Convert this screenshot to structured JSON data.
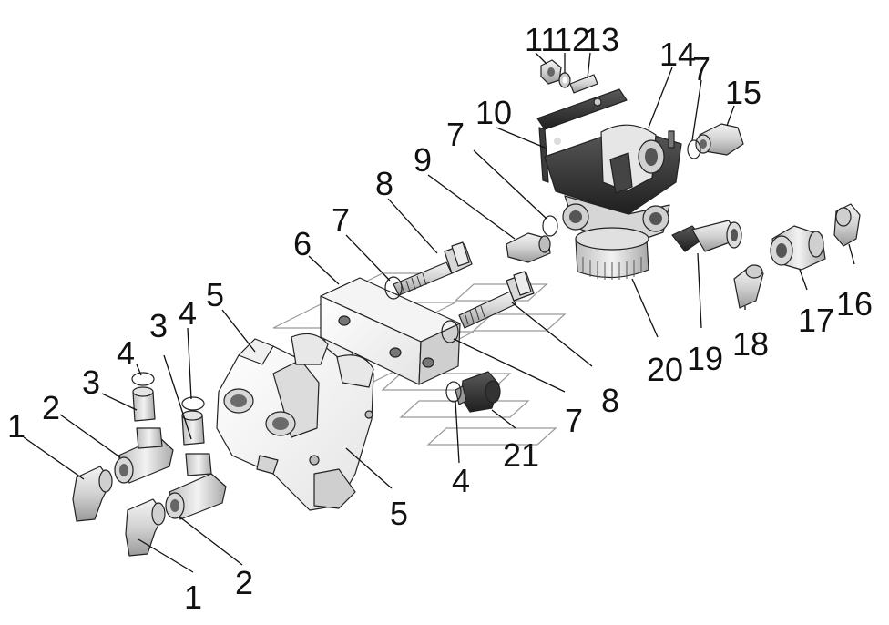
{
  "diagram": {
    "type": "exploded-parts-view",
    "colors": {
      "line": "#111111",
      "metal_light": "#e6e6e6",
      "metal_mid": "#c4c4c4",
      "metal_dark": "#8a8a8a",
      "body_dark": "#333333",
      "background": "#ffffff"
    },
    "callouts": [
      {
        "id": "c1a",
        "label": "1"
      },
      {
        "id": "c1b",
        "label": "1"
      },
      {
        "id": "c2a",
        "label": "2"
      },
      {
        "id": "c2b",
        "label": "2"
      },
      {
        "id": "c3a",
        "label": "3"
      },
      {
        "id": "c3b",
        "label": "3"
      },
      {
        "id": "c4a",
        "label": "4"
      },
      {
        "id": "c4b",
        "label": "4"
      },
      {
        "id": "c4c",
        "label": "4"
      },
      {
        "id": "c5a",
        "label": "5"
      },
      {
        "id": "c5b",
        "label": "5"
      },
      {
        "id": "c6",
        "label": "6"
      },
      {
        "id": "c7a",
        "label": "7"
      },
      {
        "id": "c7b",
        "label": "7"
      },
      {
        "id": "c7c",
        "label": "7"
      },
      {
        "id": "c7d",
        "label": "7"
      },
      {
        "id": "c8a",
        "label": "8"
      },
      {
        "id": "c8b",
        "label": "8"
      },
      {
        "id": "c9",
        "label": "9"
      },
      {
        "id": "c10",
        "label": "10"
      },
      {
        "id": "c11",
        "label": "11"
      },
      {
        "id": "c12",
        "label": "12"
      },
      {
        "id": "c13",
        "label": "13"
      },
      {
        "id": "c14",
        "label": "14"
      },
      {
        "id": "c15",
        "label": "15"
      },
      {
        "id": "c16",
        "label": "16"
      },
      {
        "id": "c17",
        "label": "17"
      },
      {
        "id": "c18",
        "label": "18"
      },
      {
        "id": "c19",
        "label": "19"
      },
      {
        "id": "c20",
        "label": "20"
      },
      {
        "id": "c21",
        "label": "21"
      }
    ]
  }
}
